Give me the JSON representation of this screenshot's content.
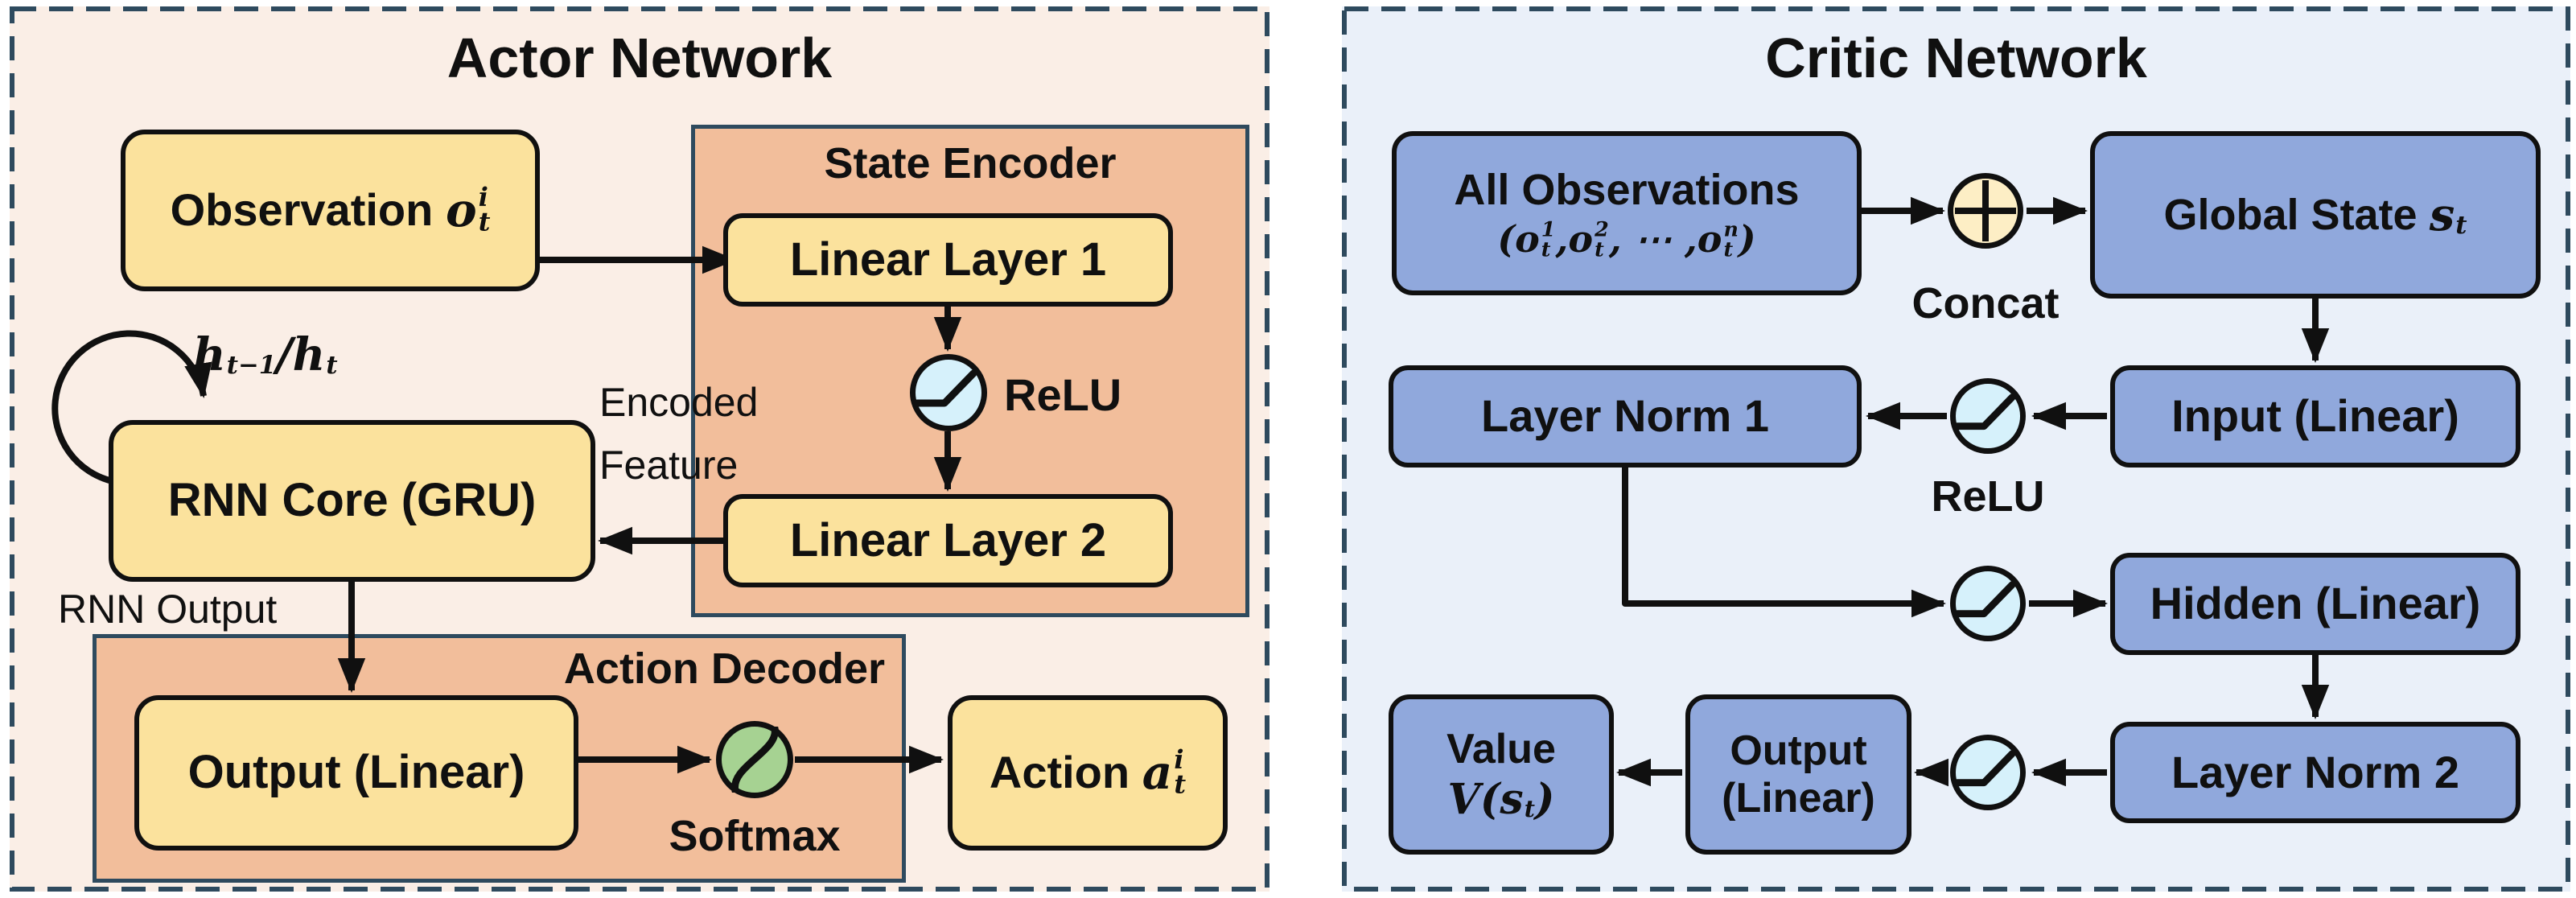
{
  "actor": {
    "title": "Actor Network",
    "observation_text": "Observation",
    "observation_math": [
      {
        "base": "o",
        "sup": "i",
        "sub": "t"
      }
    ],
    "state_encoder_title": "State Encoder",
    "linear_layer_1": "Linear Layer 1",
    "relu_label": "ReLU",
    "linear_layer_2": "Linear Layer 2",
    "encoded_feature_line1": "Encoded",
    "encoded_feature_line2": "Feature",
    "hidden_state_math": [
      {
        "base": "h",
        "sub": "t−1"
      },
      {
        "t": "/"
      },
      {
        "base": "h",
        "sub": "t"
      }
    ],
    "rnn_core": "RNN Core (GRU)",
    "rnn_output": "RNN Output",
    "action_decoder_title": "Action Decoder",
    "output_linear": "Output (Linear)",
    "softmax_label": "Softmax",
    "action_text": "Action",
    "action_math": [
      {
        "base": "a",
        "sup": "i",
        "sub": "t"
      }
    ]
  },
  "critic": {
    "title": "Critic Network",
    "all_observations_line1": "All Observations",
    "all_observations_math": [
      {
        "t": "("
      },
      {
        "base": "o",
        "sup": "1",
        "sub": "t"
      },
      {
        "t": ","
      },
      {
        "base": "o",
        "sup": "2",
        "sub": "t"
      },
      {
        "t": ", ⋯ ,"
      },
      {
        "base": "o",
        "sup": "n",
        "sub": "t"
      },
      {
        "t": ")"
      }
    ],
    "concat_label": "Concat",
    "global_state_text": "Global State",
    "global_state_math": [
      {
        "base": "s",
        "sub": "t"
      }
    ],
    "input_linear": "Input (Linear)",
    "relu_label": "ReLU",
    "layer_norm_1": "Layer Norm 1",
    "hidden_linear": "Hidden (Linear)",
    "layer_norm_2": "Layer Norm 2",
    "output_linear_line1": "Output",
    "output_linear_line2": "(Linear)",
    "value_line1": "Value",
    "value_math": [
      {
        "t": "V("
      },
      {
        "base": "s",
        "sub": "t"
      },
      {
        "t": ")"
      }
    ]
  },
  "icons": {
    "relu_icon": "relu-activation-curve",
    "softmax_icon": "softmax-s-curve",
    "concat_icon": "circled-plus"
  },
  "colors": {
    "actor_bg": "#faeee6",
    "critic_bg": "#eaf0f9",
    "subpanel_bg": "#f2be9b",
    "box_yellow": "#fbe29d",
    "box_blue": "#90a8dc",
    "relu_fill": "#d6f1fb",
    "softmax_fill": "#a6d292",
    "concat_fill": "#fdeec5",
    "dash_border": "#2e4a5e",
    "ink": "#101010"
  }
}
